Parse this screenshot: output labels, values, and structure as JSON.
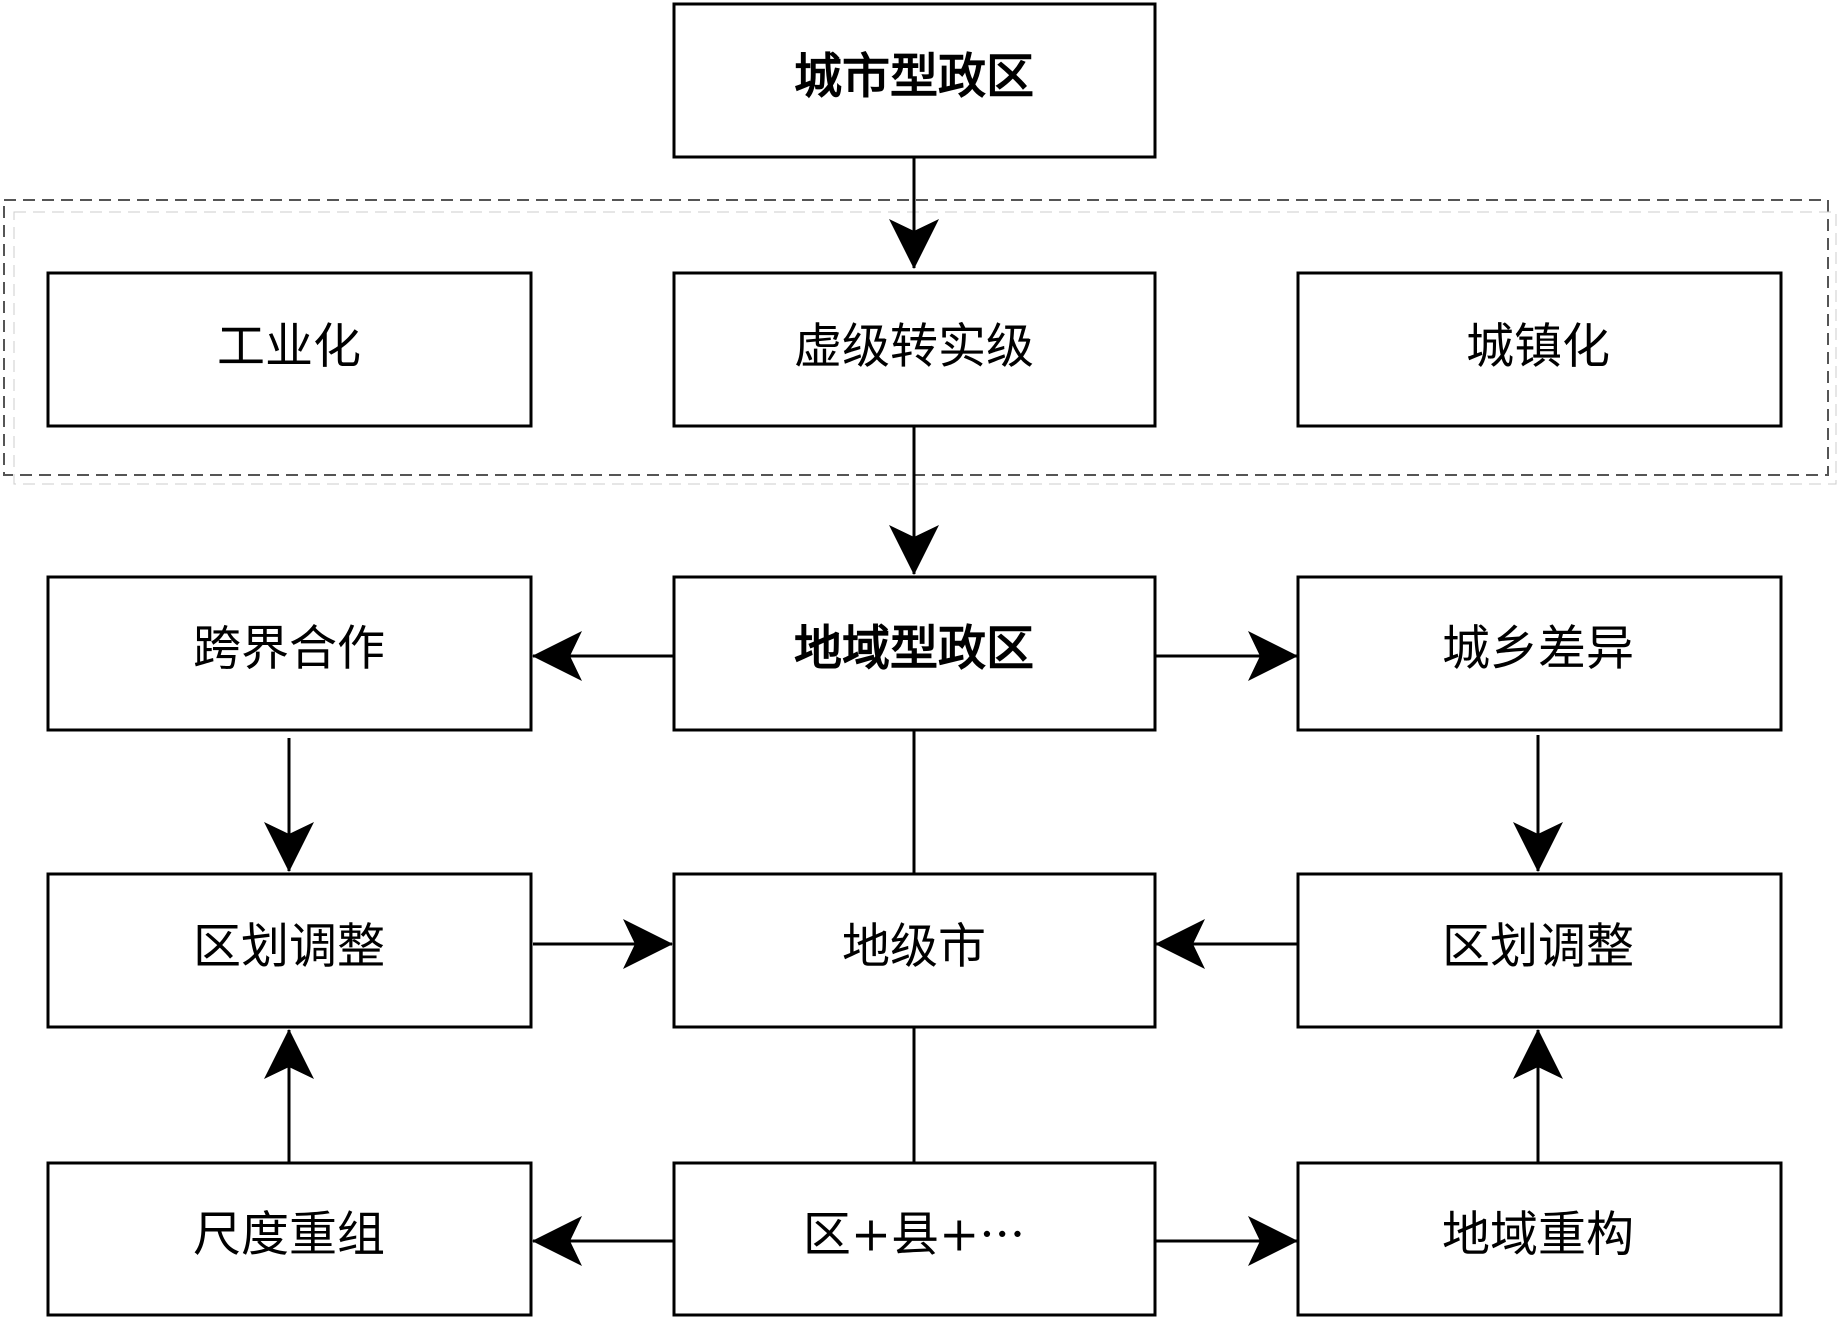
{
  "nodes": {
    "city_type": "城市型政区",
    "industrialization": "工业化",
    "virtual_to_real": "虚级转实级",
    "urbanization": "城镇化",
    "regional_type": "地域型政区",
    "cross_border": "跨界合作",
    "urban_rural_gap": "城乡差异",
    "zoning_adjust_left": "区划调整",
    "prefecture_city": "地级市",
    "zoning_adjust_right": "区划调整",
    "scale_reorg": "尺度重组",
    "district_county": "区+县+···",
    "regional_restructure": "地域重构"
  },
  "colors": {
    "stroke": "#000000",
    "fill": "#ffffff",
    "dashed_group": "#555555"
  }
}
